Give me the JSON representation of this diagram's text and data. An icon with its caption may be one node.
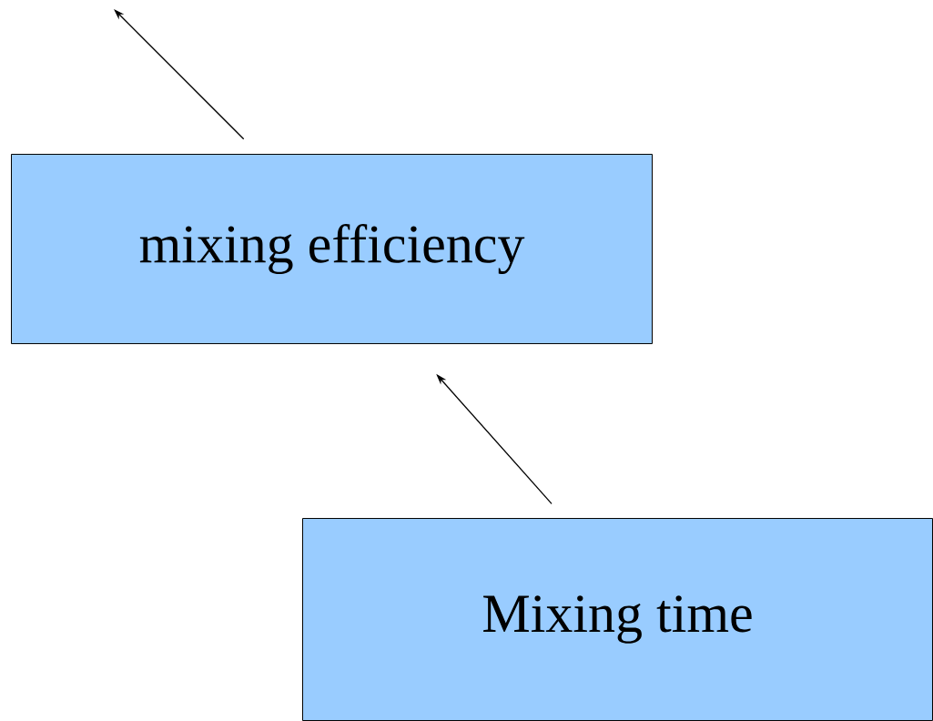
{
  "diagram": {
    "nodes": [
      {
        "text": [
          "mixing efficiency"
        ]
      },
      {
        "text": [
          "Mixing time"
        ]
      }
    ],
    "edges": [
      {
        "from": 0,
        "to": null,
        "arrow": "to"
      },
      {
        "from": 1,
        "to": 0,
        "arrow": "to"
      }
    ]
  }
}
